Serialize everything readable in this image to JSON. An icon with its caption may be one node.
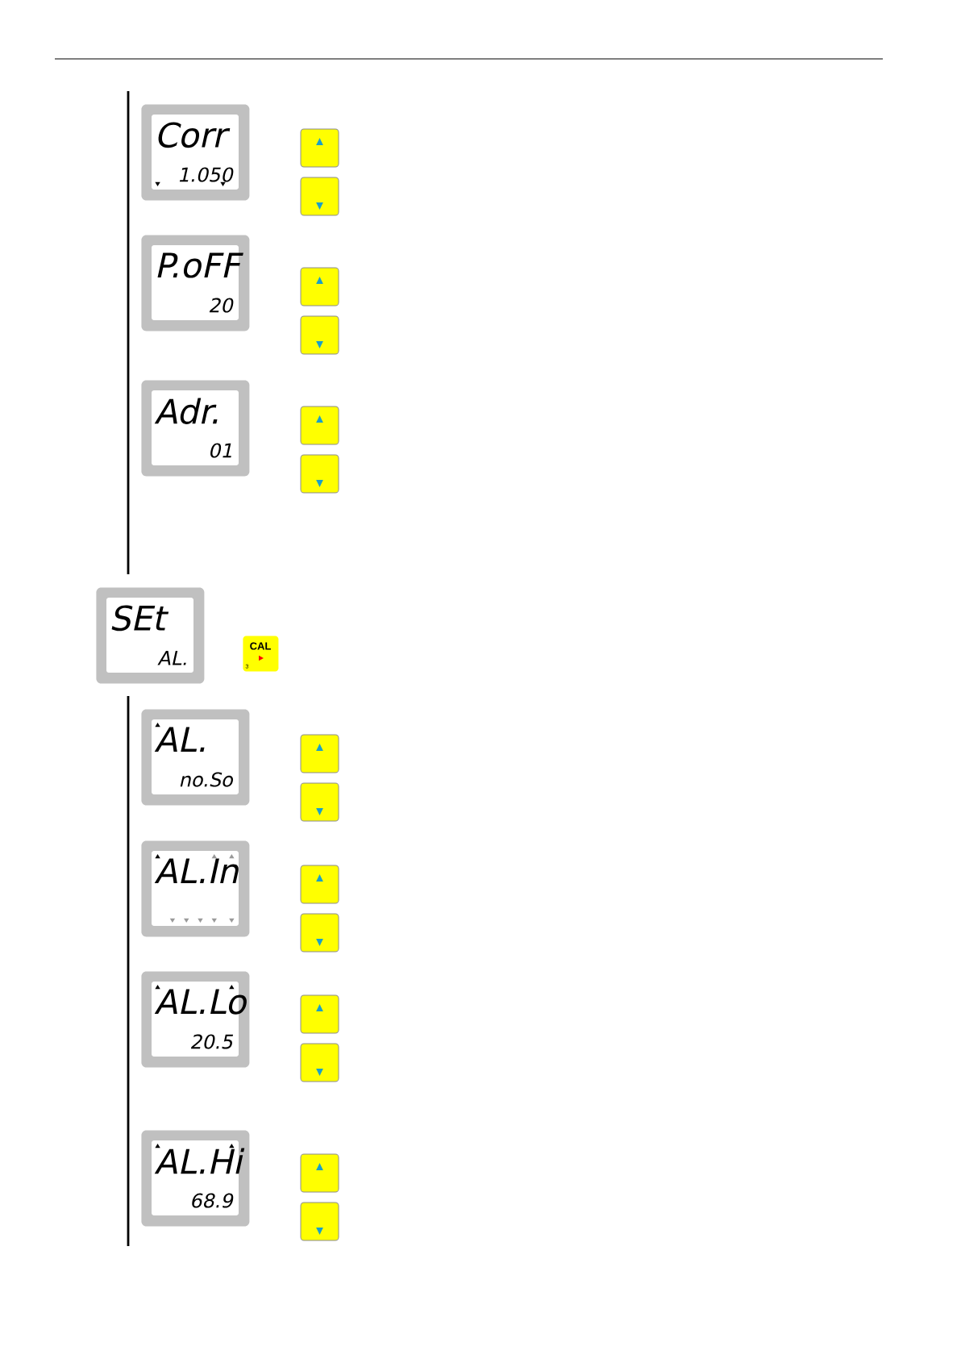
{
  "diagram": {
    "nodes": [
      {
        "text": [
          "Corr",
          "1.050"
        ]
      },
      {
        "text": [
          "P.oFF",
          "20"
        ]
      },
      {
        "text": [
          "Adr.",
          "01"
        ]
      },
      {
        "text": [
          "SEt",
          "AL."
        ]
      },
      {
        "text": [
          "CAL",
          "3"
        ]
      },
      {
        "text": [
          "AL.",
          "no.So"
        ]
      },
      {
        "text": [
          "AL.In"
        ]
      },
      {
        "text": [
          "AL.Lo",
          "20.5"
        ]
      },
      {
        "text": [
          "AL.Hi",
          "68.9"
        ]
      }
    ]
  }
}
